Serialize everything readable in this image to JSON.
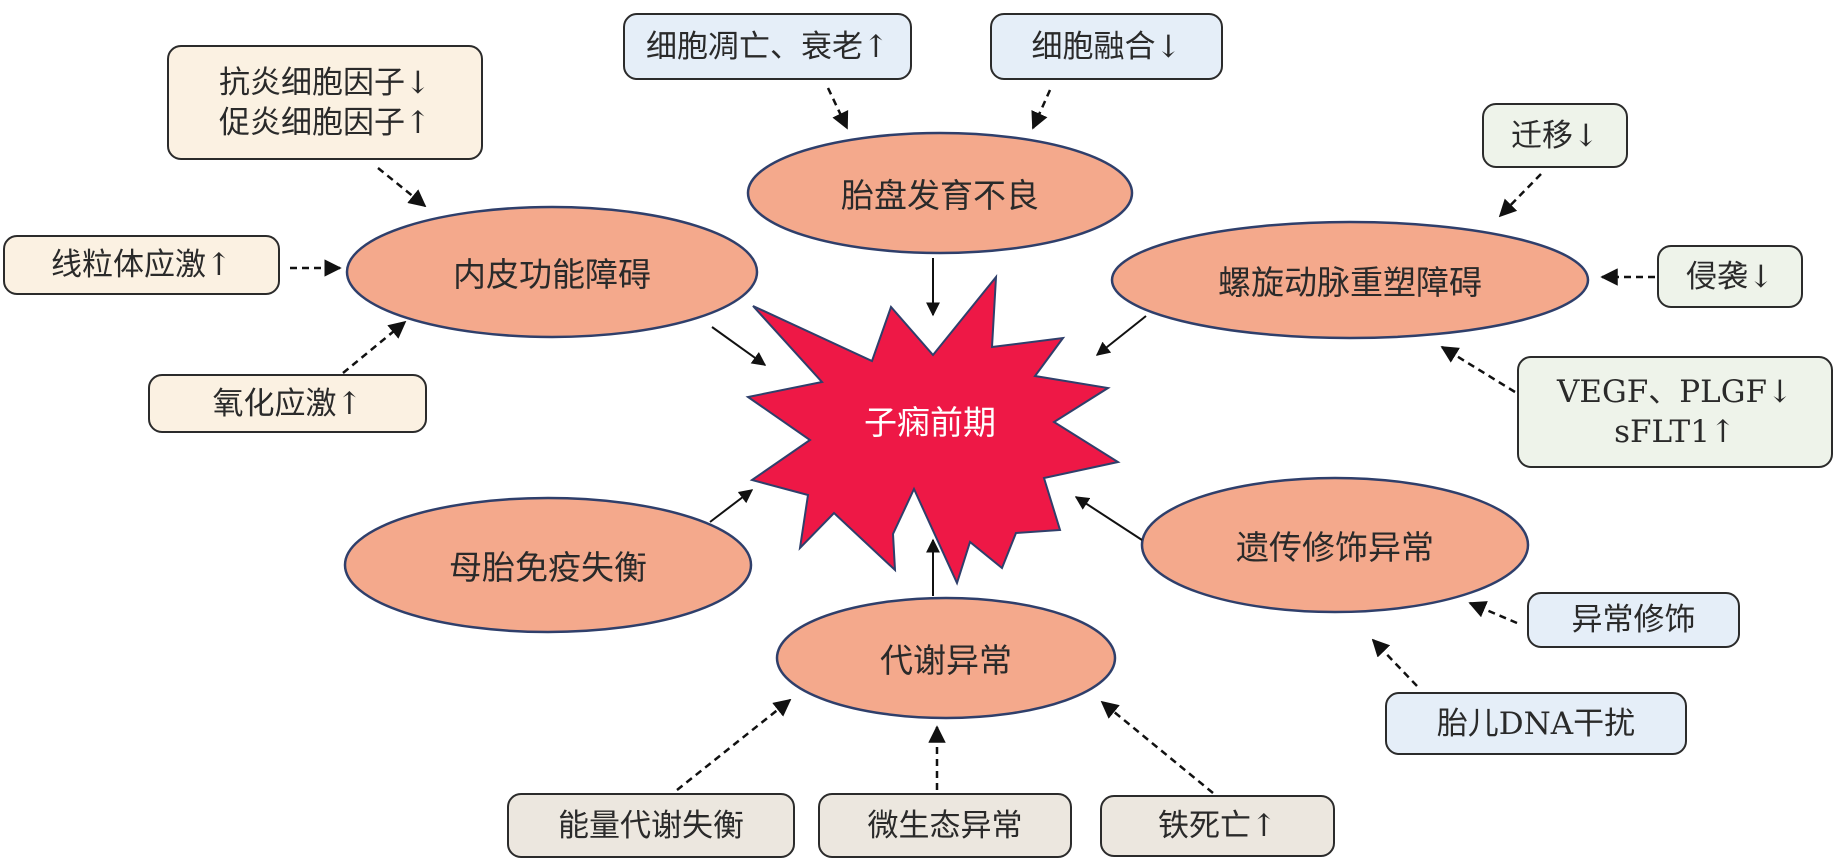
{
  "colors": {
    "ellipse_fill": "#f4a98c",
    "ellipse_stroke": "#2f3f6b",
    "starburst_fill": "#ee1846",
    "starburst_stroke": "#2f3f6b",
    "box_cream": "#fbf1e2",
    "box_blue": "#e5eef8",
    "box_green": "#eef3ea",
    "box_gray": "#ece7df"
  },
  "center": {
    "label": "子痫前期"
  },
  "mechanisms": {
    "endothelial": "内皮功能障碍",
    "placenta": "胎盘发育不良",
    "spiral_artery": "螺旋动脉重塑障碍",
    "immune": "母胎免疫失衡",
    "metabolic": "代谢异常",
    "epigenetic": "遗传修饰异常"
  },
  "factors": {
    "cytokines": {
      "line1": "抗炎细胞因子↓",
      "line2": "促炎细胞因子↑"
    },
    "mito_stress": "线粒体应激↑",
    "oxidative_stress": "氧化应激↑",
    "apoptosis": "细胞凋亡、衰老↑",
    "fusion": "细胞融合↓",
    "migration": "迁移↓",
    "invasion": "侵袭↓",
    "angiogenic": {
      "line1": "VEGF、PLGF↓",
      "line2": "sFLT1↑"
    },
    "abnormal_mod": "异常修饰",
    "fetal_dna": "胎儿DNA干扰",
    "energy": "能量代谢失衡",
    "microbiome": "微生态异常",
    "ferroptosis": "铁死亡↑"
  }
}
